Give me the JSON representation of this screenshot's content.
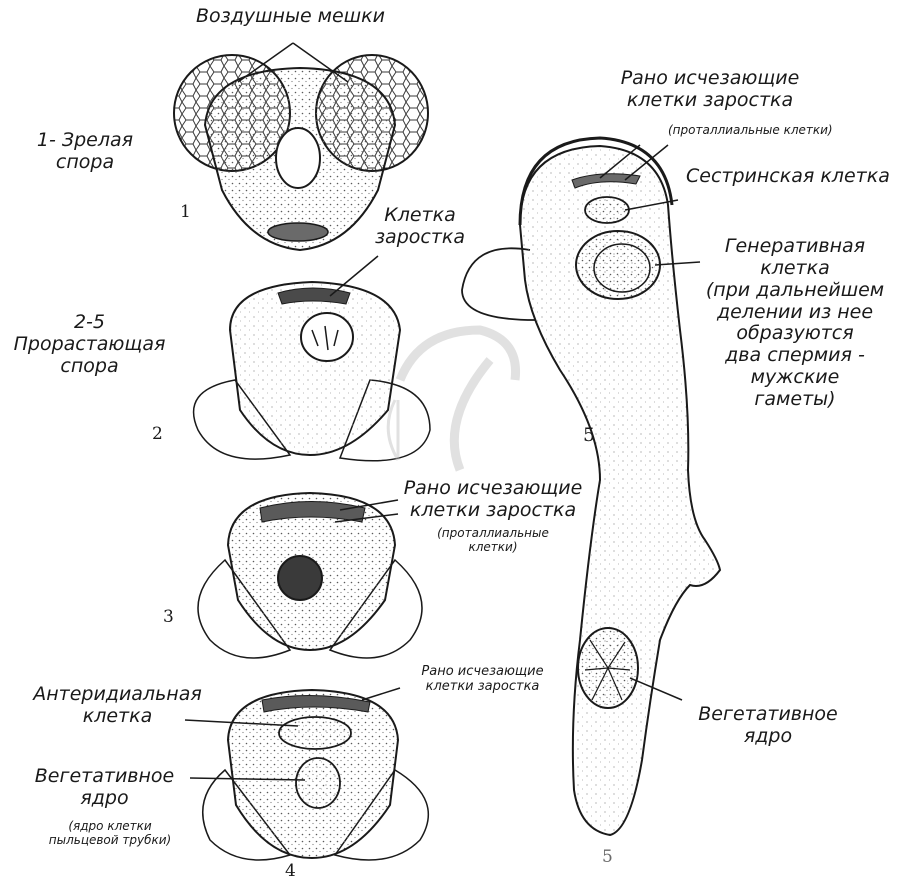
{
  "labels": {
    "air_sacs": "Воздушные мешки",
    "mature_spore_line1": "1- Зрелая",
    "mature_spore_line2": "спора",
    "num_1": "1",
    "prothallium_cell_line1": "Клетка",
    "prothallium_cell_line2": "заростка",
    "germ_line1": "2-5",
    "germ_line2": "Прорастающая",
    "germ_line3": "спора",
    "num_2": "2",
    "early_cells_line1": "Рано исчезающие",
    "early_cells_line2": "клетки заростка",
    "early_cells_note_line1": "(проталлиальные",
    "early_cells_note_line2": "клетки)",
    "num_3": "3",
    "early_cells_small_line1": "Рано исчезающие",
    "early_cells_small_line2": "клетки заростка",
    "antheridial_line1": "Антеридиальная",
    "antheridial_line2": "клетка",
    "vegetative_line1": "Вегетативное",
    "vegetative_line2": "ядро",
    "vegetative_note_line1": "(ядро клетки",
    "vegetative_note_line2": "пыльцевой трубки)",
    "num_4": "4",
    "top_early_line1": "Рано исчезающие",
    "top_early_line2": "клетки заростка",
    "top_early_note": "(проталлиальные клетки)",
    "sister_cell": "Сестринская клетка",
    "generative_line1": "Генеративная",
    "generative_line2": "клетка",
    "generative_note_line1": "(при дальнейшем",
    "generative_note_line2": "делении из нее",
    "generative_note_line3": "образуются",
    "generative_note_line4": "два спермия -",
    "generative_note_line5": "мужские",
    "generative_note_line6": "гаметы)",
    "num_5": "5",
    "vegetative5_line1": "Вегетативное",
    "vegetative5_line2": "ядро",
    "num_5_bottom": "5"
  },
  "colors": {
    "ink": "#1a1a1a",
    "stipple": "#d9d9d9",
    "watermark": "#bdbdbd"
  }
}
